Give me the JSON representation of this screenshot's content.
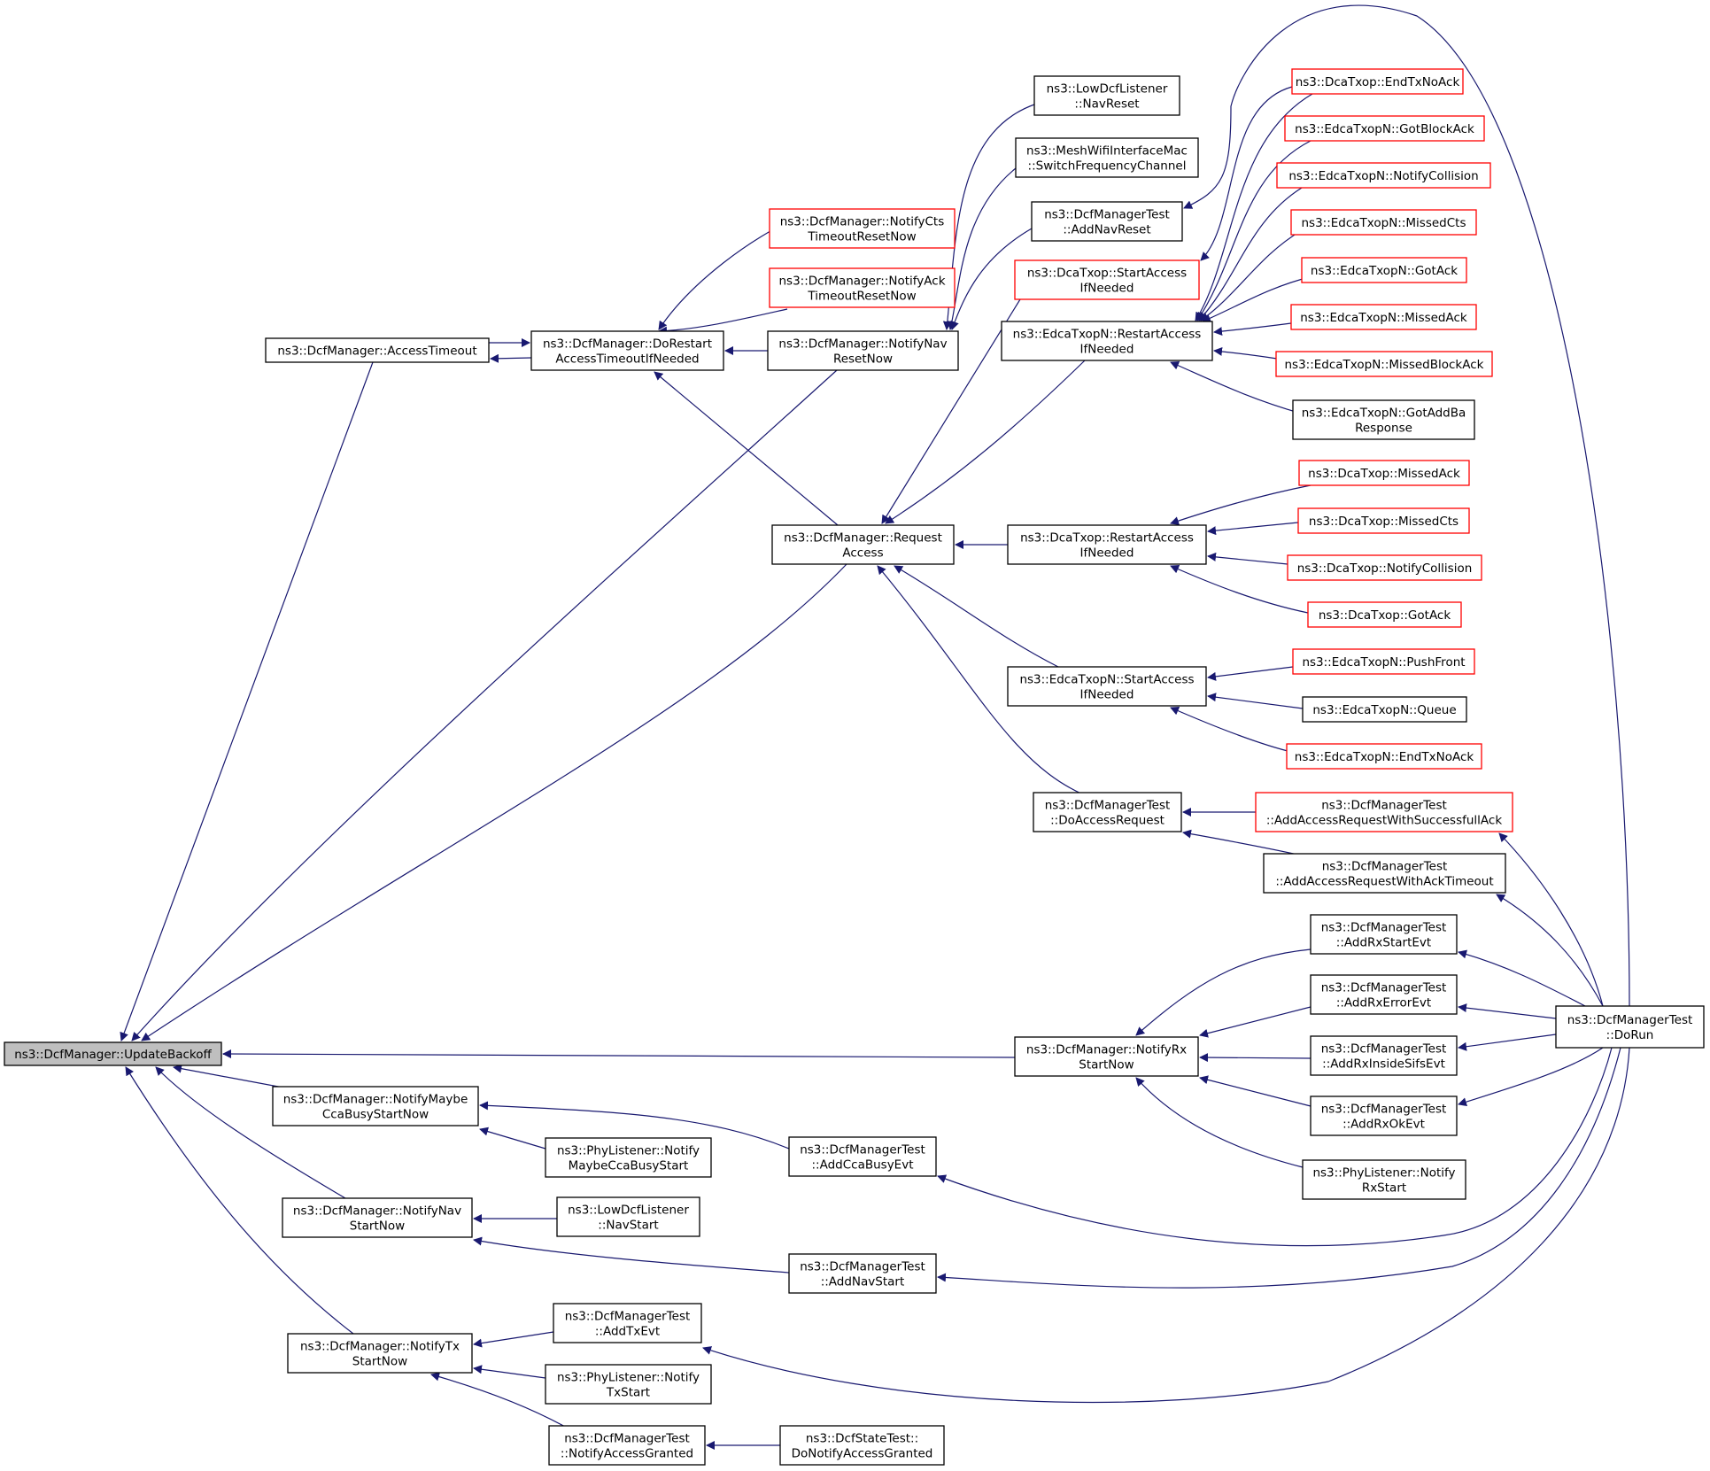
{
  "graph": {
    "edge_color": "#191970",
    "link_border_color": "#ff0000",
    "root_fill": "#bfbfbf",
    "nodes": [
      {
        "id": "root",
        "lines": [
          "ns3::DcfManager::UpdateBackoff"
        ],
        "style": "root"
      },
      {
        "id": "accessTimeout",
        "lines": [
          "ns3::DcfManager::AccessTimeout"
        ],
        "style": "normal"
      },
      {
        "id": "doRestart",
        "lines": [
          "ns3::DcfManager::DoRestart",
          "AccessTimeoutIfNeeded"
        ],
        "style": "normal"
      },
      {
        "id": "notifyCts",
        "lines": [
          "ns3::DcfManager::NotifyCts",
          "TimeoutResetNow"
        ],
        "style": "red"
      },
      {
        "id": "notifyAck",
        "lines": [
          "ns3::DcfManager::NotifyAck",
          "TimeoutResetNow"
        ],
        "style": "red"
      },
      {
        "id": "notifyNavReset",
        "lines": [
          "ns3::DcfManager::NotifyNav",
          "ResetNow"
        ],
        "style": "normal"
      },
      {
        "id": "requestAccess",
        "lines": [
          "ns3::DcfManager::Request",
          "Access"
        ],
        "style": "normal"
      },
      {
        "id": "lowNavReset",
        "lines": [
          "ns3::LowDcfListener",
          "::NavReset"
        ],
        "style": "normal"
      },
      {
        "id": "meshSwitch",
        "lines": [
          "ns3::MeshWifiInterfaceMac",
          "::SwitchFrequencyChannel"
        ],
        "style": "normal"
      },
      {
        "id": "addNavReset",
        "lines": [
          "ns3::DcfManagerTest",
          "::AddNavReset"
        ],
        "style": "normal"
      },
      {
        "id": "dcaStartAccess",
        "lines": [
          "ns3::DcaTxop::StartAccess",
          "IfNeeded"
        ],
        "style": "red"
      },
      {
        "id": "edcaRestart",
        "lines": [
          "ns3::EdcaTxopN::RestartAccess",
          "IfNeeded"
        ],
        "style": "normal"
      },
      {
        "id": "dcaRestart",
        "lines": [
          "ns3::DcaTxop::RestartAccess",
          "IfNeeded"
        ],
        "style": "normal"
      },
      {
        "id": "edcaStartAccess",
        "lines": [
          "ns3::EdcaTxopN::StartAccess",
          "IfNeeded"
        ],
        "style": "normal"
      },
      {
        "id": "doAccessRequest",
        "lines": [
          "ns3::DcfManagerTest",
          "::DoAccessRequest"
        ],
        "style": "normal"
      },
      {
        "id": "dcaEndTxNoAck",
        "lines": [
          "ns3::DcaTxop::EndTxNoAck"
        ],
        "style": "red"
      },
      {
        "id": "edcaGotBlockAck",
        "lines": [
          "ns3::EdcaTxopN::GotBlockAck"
        ],
        "style": "red"
      },
      {
        "id": "edcaNotifyCollision",
        "lines": [
          "ns3::EdcaTxopN::NotifyCollision"
        ],
        "style": "red"
      },
      {
        "id": "edcaMissedCts",
        "lines": [
          "ns3::EdcaTxopN::MissedCts"
        ],
        "style": "red"
      },
      {
        "id": "edcaGotAck",
        "lines": [
          "ns3::EdcaTxopN::GotAck"
        ],
        "style": "red"
      },
      {
        "id": "edcaMissedAck",
        "lines": [
          "ns3::EdcaTxopN::MissedAck"
        ],
        "style": "red"
      },
      {
        "id": "edcaMissedBlockAck",
        "lines": [
          "ns3::EdcaTxopN::MissedBlockAck"
        ],
        "style": "red"
      },
      {
        "id": "edcaGotAddBa",
        "lines": [
          "ns3::EdcaTxopN::GotAddBa",
          "Response"
        ],
        "style": "normal"
      },
      {
        "id": "dcaMissedAck",
        "lines": [
          "ns3::DcaTxop::MissedAck"
        ],
        "style": "red"
      },
      {
        "id": "dcaMissedCts",
        "lines": [
          "ns3::DcaTxop::MissedCts"
        ],
        "style": "red"
      },
      {
        "id": "dcaNotifyCollision",
        "lines": [
          "ns3::DcaTxop::NotifyCollision"
        ],
        "style": "red"
      },
      {
        "id": "dcaGotAck",
        "lines": [
          "ns3::DcaTxop::GotAck"
        ],
        "style": "red"
      },
      {
        "id": "edcaPushFront",
        "lines": [
          "ns3::EdcaTxopN::PushFront"
        ],
        "style": "red"
      },
      {
        "id": "edcaQueue",
        "lines": [
          "ns3::EdcaTxopN::Queue"
        ],
        "style": "normal"
      },
      {
        "id": "edcaEndTxNoAck",
        "lines": [
          "ns3::EdcaTxopN::EndTxNoAck"
        ],
        "style": "red"
      },
      {
        "id": "addAccessSucc",
        "lines": [
          "ns3::DcfManagerTest",
          "::AddAccessRequestWithSuccessfullAck"
        ],
        "style": "red"
      },
      {
        "id": "addAccessTimeout",
        "lines": [
          "ns3::DcfManagerTest",
          "::AddAccessRequestWithAckTimeout"
        ],
        "style": "normal"
      },
      {
        "id": "addRxStart",
        "lines": [
          "ns3::DcfManagerTest",
          "::AddRxStartEvt"
        ],
        "style": "normal"
      },
      {
        "id": "addRxError",
        "lines": [
          "ns3::DcfManagerTest",
          "::AddRxErrorEvt"
        ],
        "style": "normal"
      },
      {
        "id": "addRxInside",
        "lines": [
          "ns3::DcfManagerTest",
          "::AddRxInsideSifsEvt"
        ],
        "style": "normal"
      },
      {
        "id": "addRxOk",
        "lines": [
          "ns3::DcfManagerTest",
          "::AddRxOkEvt"
        ],
        "style": "normal"
      },
      {
        "id": "phyRxStart",
        "lines": [
          "ns3::PhyListener::Notify",
          "RxStart"
        ],
        "style": "normal"
      },
      {
        "id": "notifyRxStart",
        "lines": [
          "ns3::DcfManager::NotifyRx",
          "StartNow"
        ],
        "style": "normal"
      },
      {
        "id": "doRun",
        "lines": [
          "ns3::DcfManagerTest",
          "::DoRun"
        ],
        "style": "normal"
      },
      {
        "id": "notifyMaybeCca",
        "lines": [
          "ns3::DcfManager::NotifyMaybe",
          "CcaBusyStartNow"
        ],
        "style": "normal"
      },
      {
        "id": "phyMaybeCca",
        "lines": [
          "ns3::PhyListener::Notify",
          "MaybeCcaBusyStart"
        ],
        "style": "normal"
      },
      {
        "id": "addCcaBusy",
        "lines": [
          "ns3::DcfManagerTest",
          "::AddCcaBusyEvt"
        ],
        "style": "normal"
      },
      {
        "id": "notifyNavStart",
        "lines": [
          "ns3::DcfManager::NotifyNav",
          "StartNow"
        ],
        "style": "normal"
      },
      {
        "id": "lowNavStart",
        "lines": [
          "ns3::LowDcfListener",
          "::NavStart"
        ],
        "style": "normal"
      },
      {
        "id": "addNavStart",
        "lines": [
          "ns3::DcfManagerTest",
          "::AddNavStart"
        ],
        "style": "normal"
      },
      {
        "id": "notifyTxStart",
        "lines": [
          "ns3::DcfManager::NotifyTx",
          "StartNow"
        ],
        "style": "normal"
      },
      {
        "id": "addTxEvt",
        "lines": [
          "ns3::DcfManagerTest",
          "::AddTxEvt"
        ],
        "style": "normal"
      },
      {
        "id": "phyTxStart",
        "lines": [
          "ns3::PhyListener::Notify",
          "TxStart"
        ],
        "style": "normal"
      },
      {
        "id": "notifyAccessGranted",
        "lines": [
          "ns3::DcfManagerTest",
          "::NotifyAccessGranted"
        ],
        "style": "normal"
      },
      {
        "id": "dcfStateDoNotify",
        "lines": [
          "ns3::DcfStateTest::",
          "DoNotifyAccessGranted"
        ],
        "style": "normal"
      }
    ],
    "edges": [
      {
        "from": "accessTimeout",
        "to": "root"
      },
      {
        "from": "doRestart",
        "to": "accessTimeout"
      },
      {
        "from": "accessTimeout",
        "to": "doRestart"
      },
      {
        "from": "notifyCts",
        "to": "doRestart"
      },
      {
        "from": "notifyAck",
        "to": "doRestart"
      },
      {
        "from": "notifyNavReset",
        "to": "doRestart"
      },
      {
        "from": "requestAccess",
        "to": "doRestart"
      },
      {
        "from": "notifyNavReset",
        "to": "root"
      },
      {
        "from": "requestAccess",
        "to": "root"
      },
      {
        "from": "lowNavReset",
        "to": "notifyNavReset"
      },
      {
        "from": "meshSwitch",
        "to": "notifyNavReset"
      },
      {
        "from": "addNavReset",
        "to": "notifyNavReset"
      },
      {
        "from": "dcaStartAccess",
        "to": "requestAccess"
      },
      {
        "from": "edcaRestart",
        "to": "requestAccess"
      },
      {
        "from": "dcaRestart",
        "to": "requestAccess"
      },
      {
        "from": "edcaStartAccess",
        "to": "requestAccess"
      },
      {
        "from": "doAccessRequest",
        "to": "requestAccess"
      },
      {
        "from": "doRun",
        "to": "addNavReset"
      },
      {
        "from": "dcaEndTxNoAck",
        "to": "dcaStartAccess"
      },
      {
        "from": "dcaEndTxNoAck",
        "to": "edcaRestart"
      },
      {
        "from": "edcaGotBlockAck",
        "to": "edcaRestart"
      },
      {
        "from": "edcaNotifyCollision",
        "to": "edcaRestart"
      },
      {
        "from": "edcaMissedCts",
        "to": "edcaRestart"
      },
      {
        "from": "edcaGotAck",
        "to": "edcaRestart"
      },
      {
        "from": "edcaMissedAck",
        "to": "edcaRestart"
      },
      {
        "from": "edcaMissedBlockAck",
        "to": "edcaRestart"
      },
      {
        "from": "edcaGotAddBa",
        "to": "edcaRestart"
      },
      {
        "from": "dcaMissedAck",
        "to": "dcaRestart"
      },
      {
        "from": "dcaMissedCts",
        "to": "dcaRestart"
      },
      {
        "from": "dcaNotifyCollision",
        "to": "dcaRestart"
      },
      {
        "from": "dcaGotAck",
        "to": "dcaRestart"
      },
      {
        "from": "edcaPushFront",
        "to": "edcaStartAccess"
      },
      {
        "from": "edcaQueue",
        "to": "edcaStartAccess"
      },
      {
        "from": "edcaEndTxNoAck",
        "to": "edcaStartAccess"
      },
      {
        "from": "addAccessSucc",
        "to": "doAccessRequest"
      },
      {
        "from": "addAccessTimeout",
        "to": "doAccessRequest"
      },
      {
        "from": "doRun",
        "to": "addAccessSucc"
      },
      {
        "from": "doRun",
        "to": "addAccessTimeout"
      },
      {
        "from": "notifyRxStart",
        "to": "root"
      },
      {
        "from": "addRxStart",
        "to": "notifyRxStart"
      },
      {
        "from": "addRxError",
        "to": "notifyRxStart"
      },
      {
        "from": "addRxInside",
        "to": "notifyRxStart"
      },
      {
        "from": "addRxOk",
        "to": "notifyRxStart"
      },
      {
        "from": "phyRxStart",
        "to": "notifyRxStart"
      },
      {
        "from": "doRun",
        "to": "addRxStart"
      },
      {
        "from": "doRun",
        "to": "addRxError"
      },
      {
        "from": "doRun",
        "to": "addRxInside"
      },
      {
        "from": "doRun",
        "to": "addRxOk"
      },
      {
        "from": "notifyMaybeCca",
        "to": "root"
      },
      {
        "from": "phyMaybeCca",
        "to": "notifyMaybeCca"
      },
      {
        "from": "addCcaBusy",
        "to": "notifyMaybeCca"
      },
      {
        "from": "doRun",
        "to": "addCcaBusy"
      },
      {
        "from": "notifyNavStart",
        "to": "root"
      },
      {
        "from": "lowNavStart",
        "to": "notifyNavStart"
      },
      {
        "from": "addNavStart",
        "to": "notifyNavStart"
      },
      {
        "from": "doRun",
        "to": "addNavStart"
      },
      {
        "from": "notifyTxStart",
        "to": "root"
      },
      {
        "from": "addTxEvt",
        "to": "notifyTxStart"
      },
      {
        "from": "phyTxStart",
        "to": "notifyTxStart"
      },
      {
        "from": "notifyAccessGranted",
        "to": "notifyTxStart"
      },
      {
        "from": "doRun",
        "to": "addTxEvt"
      },
      {
        "from": "dcfStateDoNotify",
        "to": "notifyAccessGranted"
      }
    ]
  }
}
